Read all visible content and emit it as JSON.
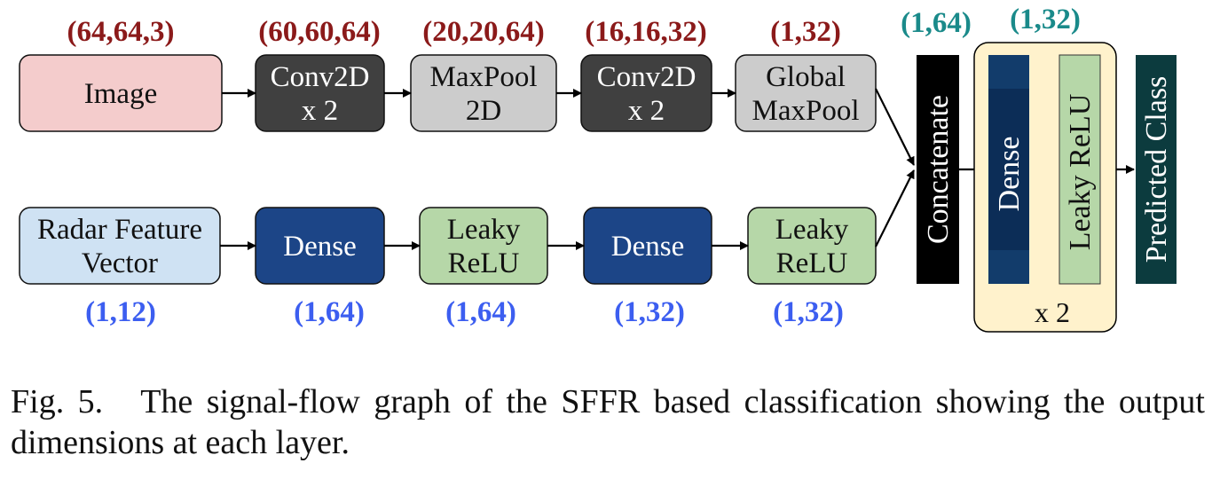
{
  "top_row": {
    "dims": [
      "(64,64,3)",
      "(60,60,64)",
      "(20,20,64)",
      "(16,16,32)",
      "(1,32)"
    ],
    "blocks": [
      {
        "lines": [
          "Image"
        ],
        "fill": "#f4cccc",
        "text_color": "#111111"
      },
      {
        "lines": [
          "Conv2D",
          "x 2"
        ],
        "fill": "#404040",
        "text_color": "#ffffff"
      },
      {
        "lines": [
          "MaxPool",
          "2D"
        ],
        "fill": "#cccccc",
        "text_color": "#111111"
      },
      {
        "lines": [
          "Conv2D",
          "x 2"
        ],
        "fill": "#404040",
        "text_color": "#ffffff"
      },
      {
        "lines": [
          "Global",
          "MaxPool"
        ],
        "fill": "#cccccc",
        "text_color": "#111111"
      }
    ],
    "dim_color": "#8b1a1a"
  },
  "bottom_row": {
    "dims": [
      "(1,12)",
      "(1,64)",
      "(1,64)",
      "(1,32)",
      "(1,32)"
    ],
    "blocks": [
      {
        "lines": [
          "Radar Feature",
          "Vector"
        ],
        "fill": "#cfe2f3",
        "text_color": "#111111"
      },
      {
        "lines": [
          "Dense"
        ],
        "fill": "#1c4587",
        "text_color": "#ffffff"
      },
      {
        "lines": [
          "Leaky",
          "ReLU"
        ],
        "fill": "#b6d7a8",
        "text_color": "#111111"
      },
      {
        "lines": [
          "Dense"
        ],
        "fill": "#1c4587",
        "text_color": "#ffffff"
      },
      {
        "lines": [
          "Leaky",
          "ReLU"
        ],
        "fill": "#b6d7a8",
        "text_color": "#111111"
      }
    ],
    "dim_color": "#3c5ef0"
  },
  "head": {
    "concat_label": "Concatenate",
    "concat_dim": "(1,64)",
    "repeat_dim": "(1,32)",
    "dense_label": "Dense",
    "relu_label": "Leaky ReLU",
    "repeat_label": "x 2",
    "output_label": "Predicted Class",
    "dim_color": "#1a8a8a",
    "concat_fill": "#000000",
    "dense_fill": "#0c2d57",
    "relu_fill": "#b6d7a8",
    "repeat_fill": "#fff2cc",
    "output_fill": "#0c3b3e"
  },
  "caption": {
    "fig_label": "Fig. 5.",
    "text": "The signal-flow graph of the SFFR based classification showing the output dimensions at each layer."
  }
}
